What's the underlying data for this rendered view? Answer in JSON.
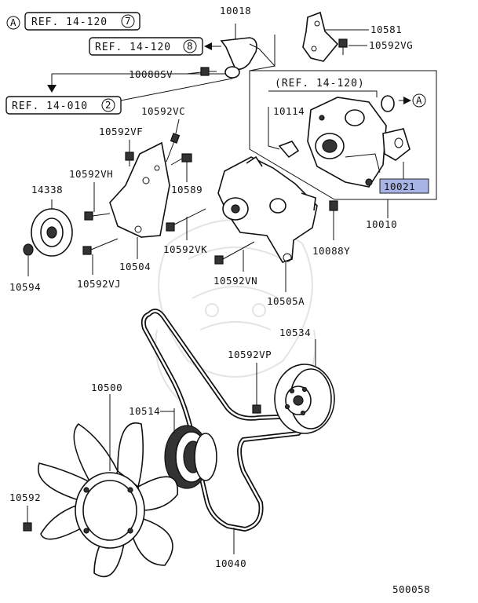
{
  "refs": {
    "circle_a": "A",
    "ref1": "REF. 14-120",
    "ref1_num": "7",
    "ref2": "REF. 14-120",
    "ref2_num": "8",
    "ref3": "REF. 14-010",
    "ref3_num": "2",
    "ref4": "(REF. 14-120)",
    "circle_a2": "A"
  },
  "parts": {
    "p10018": "10018",
    "p10581": "10581",
    "p10592VG": "10592VG",
    "p10088SV": "10088SV",
    "p10592VC": "10592VC",
    "p10592VF": "10592VF",
    "p10114": "10114",
    "p10592VH": "10592VH",
    "p14338": "14338",
    "p10589": "10589",
    "p10021": "10021",
    "p10010": "10010",
    "p10592VK": "10592VK",
    "p10504": "10504",
    "p10088Y": "10088Y",
    "p10594": "10594",
    "p10592VJ": "10592VJ",
    "p10592VN": "10592VN",
    "p10505A": "10505A",
    "p10534": "10534",
    "p10592VP": "10592VP",
    "p10500": "10500",
    "p10514": "10514",
    "p10592": "10592",
    "p10040": "10040"
  },
  "diagram_id": "500058",
  "colors": {
    "highlight": "#a9b4e6",
    "ink": "#111111"
  }
}
